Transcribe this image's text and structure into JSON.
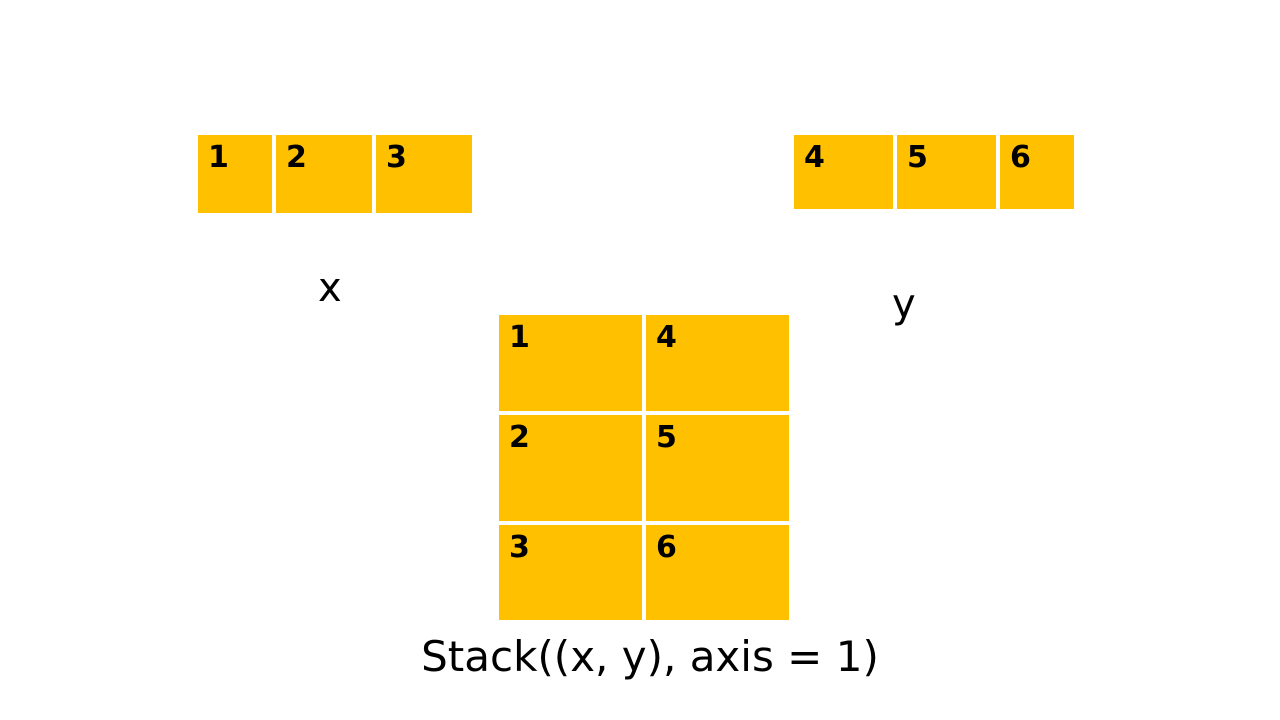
{
  "colors": {
    "cell_fill": "#FFC000",
    "cell_border": "#ffffff",
    "text": "#000000",
    "background": "#ffffff"
  },
  "array_x": {
    "label": "x",
    "cells": [
      "1",
      "2",
      "3"
    ]
  },
  "array_y": {
    "label": "y",
    "cells": [
      "4",
      "5",
      "6"
    ]
  },
  "result": {
    "rows": [
      [
        "1",
        "4"
      ],
      [
        "2",
        "5"
      ],
      [
        "3",
        "6"
      ]
    ]
  },
  "caption": "Stack((x, y), axis = 1)"
}
